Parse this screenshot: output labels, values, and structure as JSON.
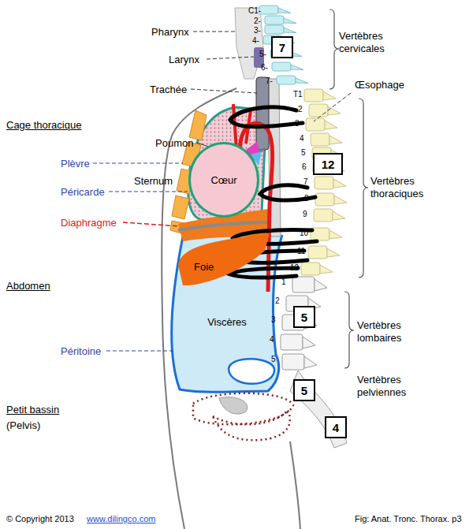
{
  "diagram": {
    "caption": "Fig: Anat. Tronc. Thorax. p3",
    "nodes": [
      {
        "text": [
          "7"
        ]
      },
      {
        "text": [
          "12"
        ]
      },
      {
        "text": [
          "Cœur"
        ]
      },
      {
        "text": [
          "Foie"
        ]
      },
      {
        "text": [
          "Viscères"
        ]
      },
      {
        "text": [
          "5"
        ]
      },
      {
        "text": [
          "5"
        ]
      },
      {
        "text": [
          "4"
        ]
      }
    ],
    "labels": [
      "Pharynx",
      "Larynx",
      "Trachée",
      "Œsophage",
      "Cage thoracique",
      "Poumon",
      "Plèvre",
      "Sternum",
      "Péricarde",
      "Diaphragme",
      "Abdomen",
      "Péritoine",
      "Petit bassin",
      "(Pelvis)",
      "Vertèbres cervicales",
      "Vertèbres thoraciques",
      "Vertèbres lombaires",
      "Vertèbres pelviennes",
      "© Copyright 2013",
      "www.dilingco.com",
      "C1-",
      "2-",
      "3-",
      "4-",
      "5-",
      "6-",
      "7-",
      "T1",
      "2",
      "3",
      "4",
      "5",
      "6",
      "7",
      "8",
      "9",
      "10",
      "11",
      "12",
      "1",
      "2",
      "3",
      "4",
      "5"
    ]
  }
}
